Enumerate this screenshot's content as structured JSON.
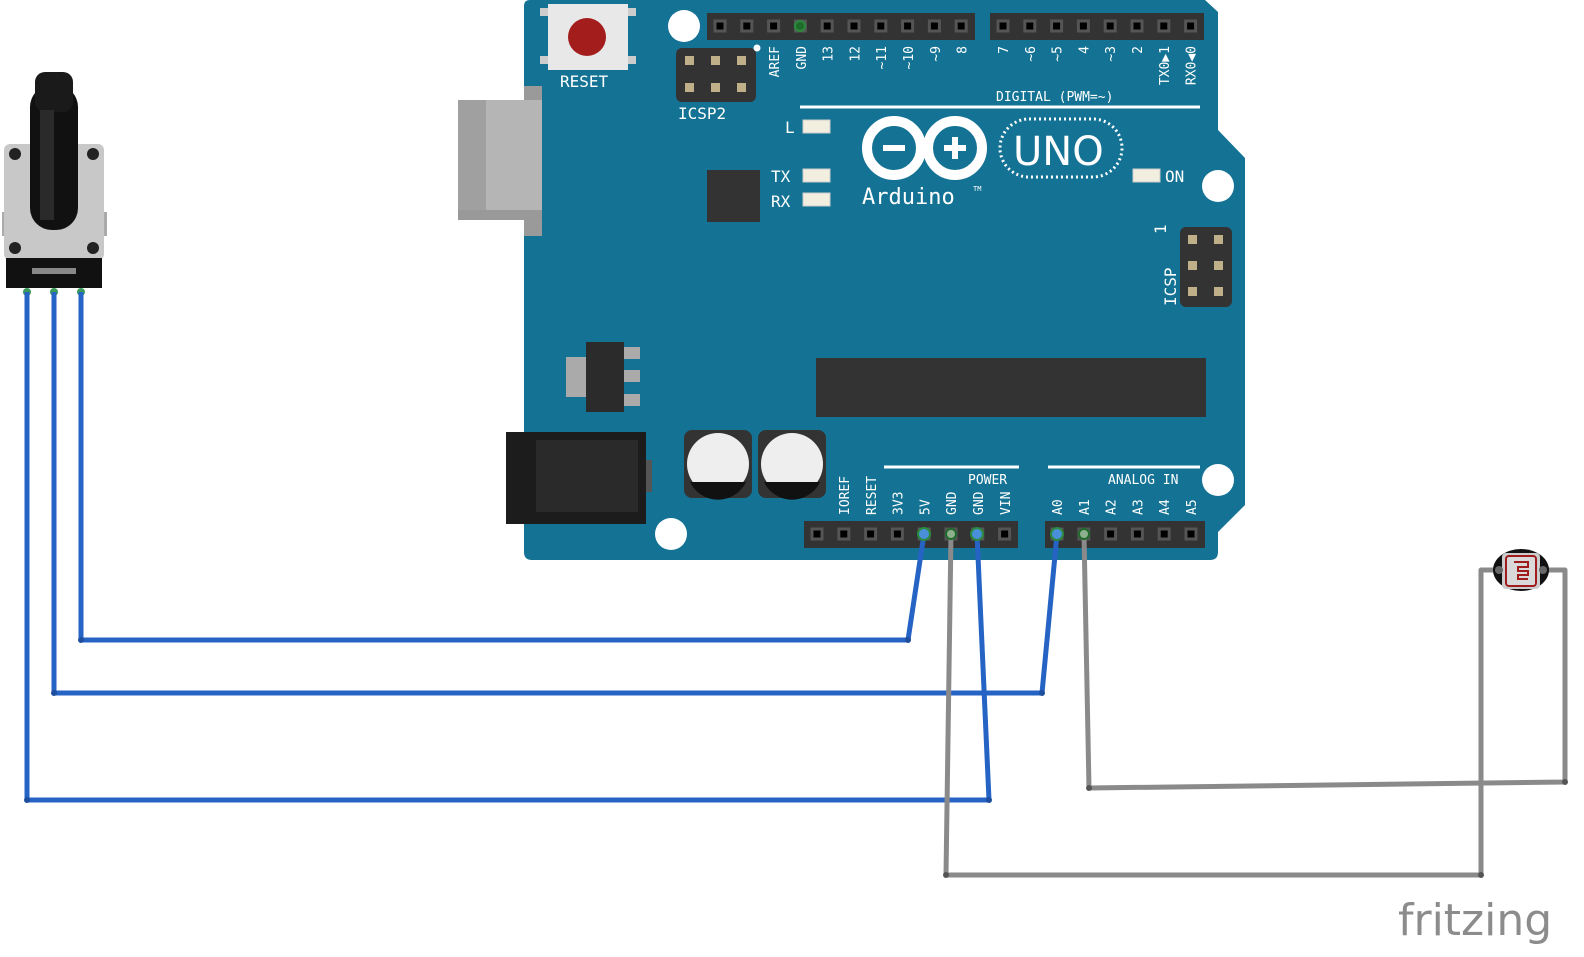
{
  "board": {
    "name": "Arduino",
    "model": "UNO",
    "tm": "TM",
    "reset_label": "RESET",
    "icsp2_label": "ICSP2",
    "icsp_label": "ICSP",
    "icsp_pin1": "1",
    "led_l": "L",
    "led_tx": "TX",
    "led_rx": "RX",
    "led_on": "ON",
    "digital_label": "DIGITAL (PWM=~)",
    "power_label": "POWER",
    "analog_label": "ANALOG IN",
    "digital_pins_a": [
      "AREF",
      "GND",
      "13",
      "12",
      "~11",
      "~10",
      "~9",
      "8"
    ],
    "digital_pins_b": [
      "7",
      "~6",
      "~5",
      "4",
      "~3",
      "2",
      "TX0▶1",
      "RX0◀0"
    ],
    "power_pins": [
      "IOREF",
      "RESET",
      "3V3",
      "5V",
      "GND",
      "GND",
      "VIN"
    ],
    "analog_pins": [
      "A0",
      "A1",
      "A2",
      "A3",
      "A4",
      "A5"
    ],
    "color": "#147394"
  },
  "components": {
    "potentiometer": "potentiometer",
    "photoresistor": "photoresistor"
  },
  "wires": {
    "blue": "#2563c4",
    "gray": "#8a8a8a"
  },
  "brand": "fritzing"
}
